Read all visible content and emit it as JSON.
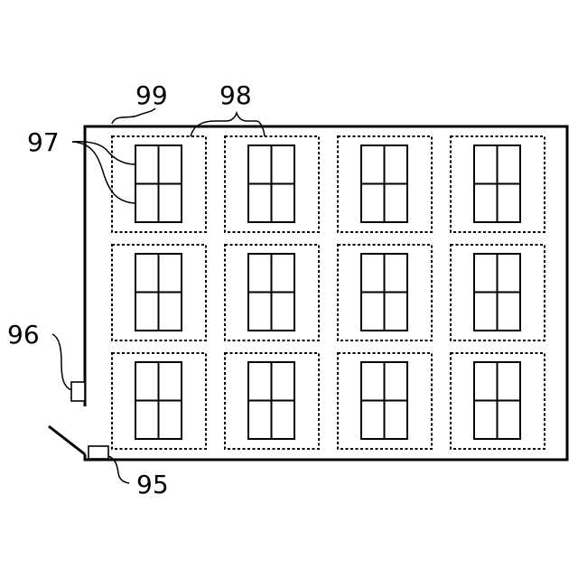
{
  "labels": {
    "window_group": "99",
    "window_unit": "98",
    "window_pane": "97",
    "wall_device": "96",
    "door_device": "95"
  },
  "grid": {
    "rows": 3,
    "columns": 4
  },
  "colors": {
    "line": "#000000",
    "background": "#ffffff"
  }
}
